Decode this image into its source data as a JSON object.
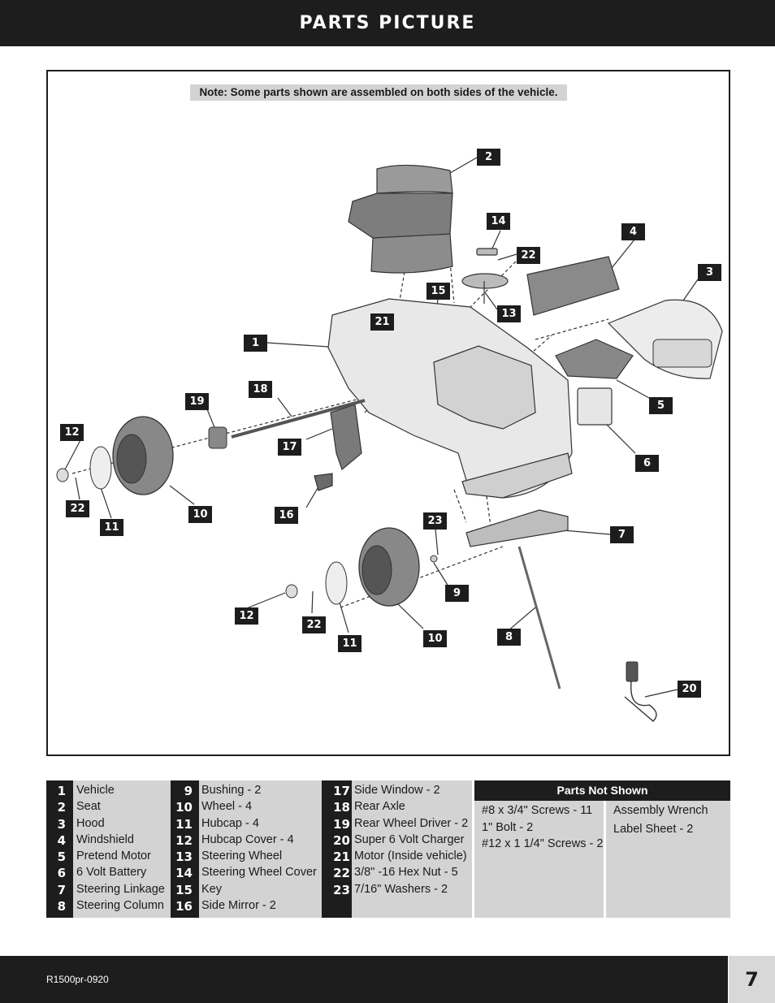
{
  "header": {
    "title": "PARTS PICTURE"
  },
  "diagram": {
    "note": "Note: Some parts shown are assembled on both sides of the vehicle.",
    "callouts": [
      "2",
      "14",
      "22",
      "4",
      "3",
      "15",
      "13",
      "21",
      "1",
      "18",
      "19",
      "5",
      "6",
      "12",
      "17",
      "22",
      "16",
      "10",
      "11",
      "23",
      "7",
      "9",
      "12",
      "22",
      "11",
      "10",
      "8",
      "20"
    ]
  },
  "parts_list": {
    "col1": [
      {
        "num": "1",
        "name": "Vehicle"
      },
      {
        "num": "2",
        "name": "Seat"
      },
      {
        "num": "3",
        "name": "Hood"
      },
      {
        "num": "4",
        "name": "Windshield"
      },
      {
        "num": "5",
        "name": "Pretend Motor"
      },
      {
        "num": "6",
        "name": "6 Volt Battery"
      },
      {
        "num": "7",
        "name": "Steering Linkage"
      },
      {
        "num": "8",
        "name": "Steering Column"
      }
    ],
    "col2": [
      {
        "num": "9",
        "name": "Bushing - 2"
      },
      {
        "num": "10",
        "name": "Wheel - 4"
      },
      {
        "num": "11",
        "name": "Hubcap - 4"
      },
      {
        "num": "12",
        "name": "Hubcap Cover - 4"
      },
      {
        "num": "13",
        "name": "Steering Wheel"
      },
      {
        "num": "14",
        "name": "Steering Wheel Cover"
      },
      {
        "num": "15",
        "name": "Key"
      },
      {
        "num": "16",
        "name": "Side Mirror - 2"
      }
    ],
    "col3": [
      {
        "num": "17",
        "name": "Side Window - 2"
      },
      {
        "num": "18",
        "name": "Rear Axle"
      },
      {
        "num": "19",
        "name": "Rear Wheel Driver - 2"
      },
      {
        "num": "20",
        "name": "Super 6 Volt Charger"
      },
      {
        "num": "21",
        "name": "Motor (Inside vehicle)"
      },
      {
        "num": "22",
        "name": "3/8\" -16 Hex Nut - 5"
      },
      {
        "num": "23",
        "name": "7/16\" Washers - 2"
      }
    ]
  },
  "parts_not_shown": {
    "title": "Parts Not Shown",
    "left": [
      "#8 x 3/4\" Screws - 11",
      "1\" Bolt - 2",
      "#12 x 1 1/4\" Screws - 2"
    ],
    "right": [
      "Assembly Wrench",
      "Label Sheet - 2"
    ]
  },
  "footer": {
    "code": "R1500pr-0920",
    "page": "7"
  }
}
